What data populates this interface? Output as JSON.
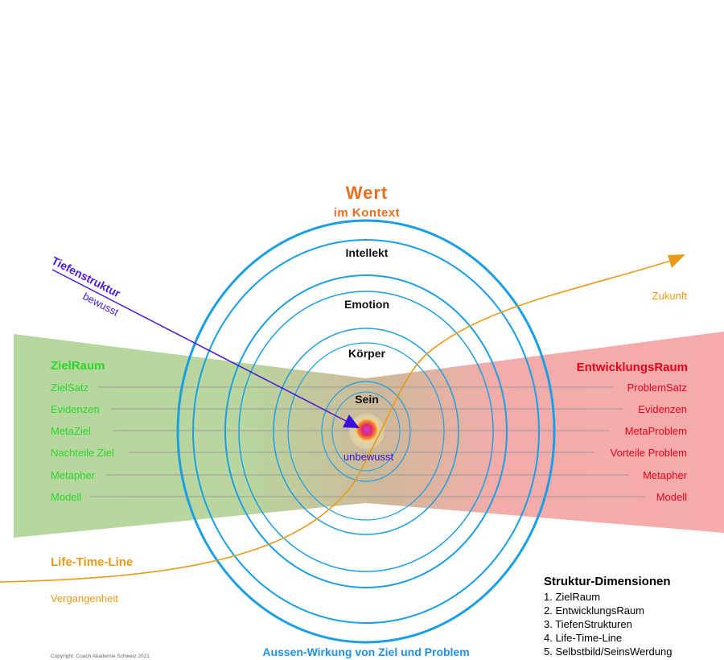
{
  "header": {
    "title": "Wert",
    "subtitle": "im Kontext"
  },
  "rings": {
    "intellekt": "Intellekt",
    "emotion": "Emotion",
    "koerper": "Körper",
    "sein": "Sein",
    "center": "unbewusst"
  },
  "tiefenstruktur": {
    "title": "Tiefenstruktur",
    "sub": "bewusst"
  },
  "left_panel": {
    "title": "ZielRaum",
    "rows": [
      "ZielSatz",
      "Evidenzen",
      "MetaZiel",
      "Nachteile Ziel",
      "Metapher",
      "Modell"
    ]
  },
  "right_panel": {
    "title": "EntwicklungsRaum",
    "rows": [
      "ProblemSatz",
      "Evidenzen",
      "MetaProblem",
      "Vorteile Problem",
      "Metapher",
      "Modell"
    ]
  },
  "timeline": {
    "label": "Life-Time-Line",
    "past": "Vergangenheit",
    "future": "Zukunft"
  },
  "legend": {
    "title": "Struktur-Dimensionen",
    "items": [
      "1. ZielRaum",
      "2. EntwicklungsRaum",
      "3. TiefenStrukturen",
      "4. Life-Time-Line",
      "5. Selbstbild/SeinsWerdung"
    ]
  },
  "footer": {
    "caption": "Aussen-Wirkung von Ziel und Problem",
    "copyright": "Copyright: Coach Akademie Schweiz 2021"
  },
  "colors": {
    "ring": "#1a9fe6",
    "orange": "#ec6d1f",
    "timeline": "#e89a19",
    "green_text": "#2bd62b",
    "red_text": "#e6001a",
    "green_fill": "#b5d89f",
    "red_fill": "#f7abab",
    "arrow": "#4b1ad6",
    "blue_text": "#1e90e6"
  }
}
